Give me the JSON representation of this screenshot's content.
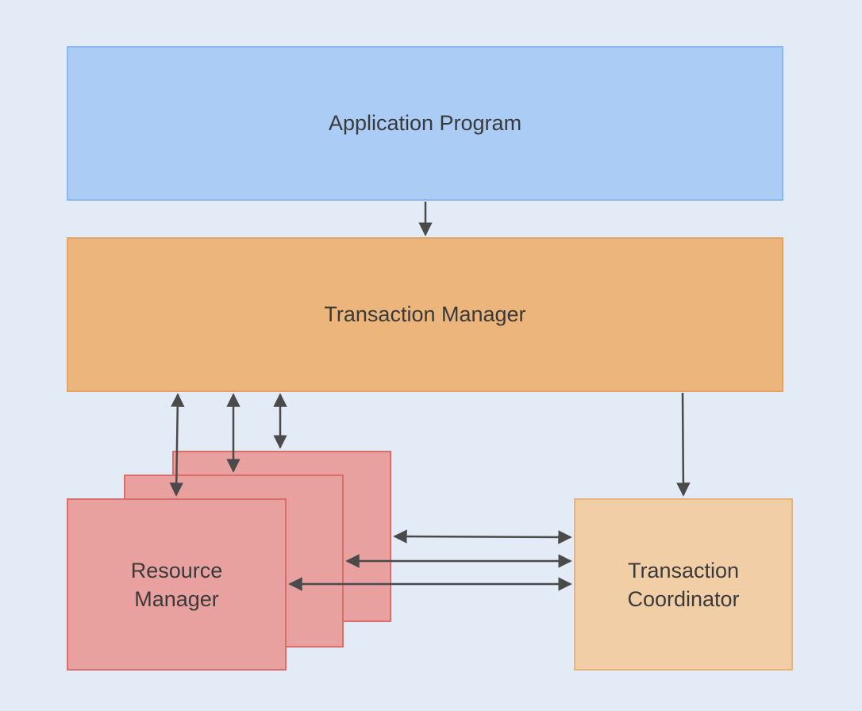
{
  "diagram": {
    "application_program": "Application Program",
    "transaction_manager": "Transaction Manager",
    "resource_manager_line1": "Resource",
    "resource_manager_line2": "Manager",
    "transaction_coordinator_line1": "Transaction",
    "transaction_coordinator_line2": "Coordinator"
  },
  "colors": {
    "background": "#e3ebf6",
    "application_program": "#aaccf5",
    "transaction_manager": "#ecb57c",
    "resource_manager": "#e8a19f",
    "transaction_coordinator": "#f2cea6",
    "arrow": "#4a4a4a"
  }
}
